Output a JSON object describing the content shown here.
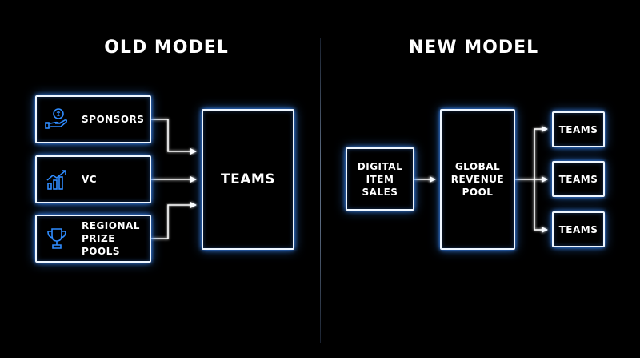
{
  "diagram": {
    "old_model": {
      "title": "OLD MODEL",
      "sources": [
        {
          "label": "SPONSORS",
          "icon": "hand-coin-icon"
        },
        {
          "label": "VC",
          "icon": "growth-chart-icon"
        },
        {
          "label": "REGIONAL PRIZE POOLS",
          "icon": "trophy-icon"
        }
      ],
      "target": "TEAMS"
    },
    "new_model": {
      "title": "NEW MODEL",
      "source": "DIGITAL ITEM SALES",
      "pool": "GLOBAL REVENUE POOL",
      "outputs": [
        "TEAMS",
        "TEAMS",
        "TEAMS"
      ]
    },
    "colors": {
      "background": "#000000",
      "line": "#eef6ff",
      "glow": "#3a8cff",
      "icon": "#2f8cff"
    }
  }
}
